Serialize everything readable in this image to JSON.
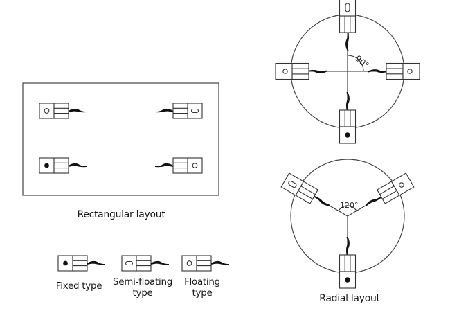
{
  "rectangular": {
    "label": "Rectangular layout",
    "sensors": [
      {
        "position": "top-left",
        "type": "floating"
      },
      {
        "position": "top-right",
        "type": "semi-floating"
      },
      {
        "position": "bottom-left",
        "type": "fixed"
      },
      {
        "position": "bottom-right",
        "type": "floating"
      }
    ]
  },
  "legend": {
    "items": [
      {
        "type": "fixed",
        "label": "Fixed type",
        "label_line2": ""
      },
      {
        "type": "semi-floating",
        "label": "Semi-floating",
        "label_line2": "type"
      },
      {
        "type": "floating",
        "label": "Floating",
        "label_line2": "type"
      }
    ]
  },
  "radial4": {
    "angle_label": "90°",
    "sensors": [
      {
        "direction": "top",
        "type": "semi-floating"
      },
      {
        "direction": "left",
        "type": "floating"
      },
      {
        "direction": "right",
        "type": "floating"
      },
      {
        "direction": "bottom",
        "type": "fixed"
      }
    ]
  },
  "radial3": {
    "angle_label": "120°",
    "label": "Radial layout",
    "sensors": [
      {
        "direction": "upper-left",
        "type": "semi-floating"
      },
      {
        "direction": "upper-right",
        "type": "floating"
      },
      {
        "direction": "bottom",
        "type": "fixed"
      }
    ]
  }
}
